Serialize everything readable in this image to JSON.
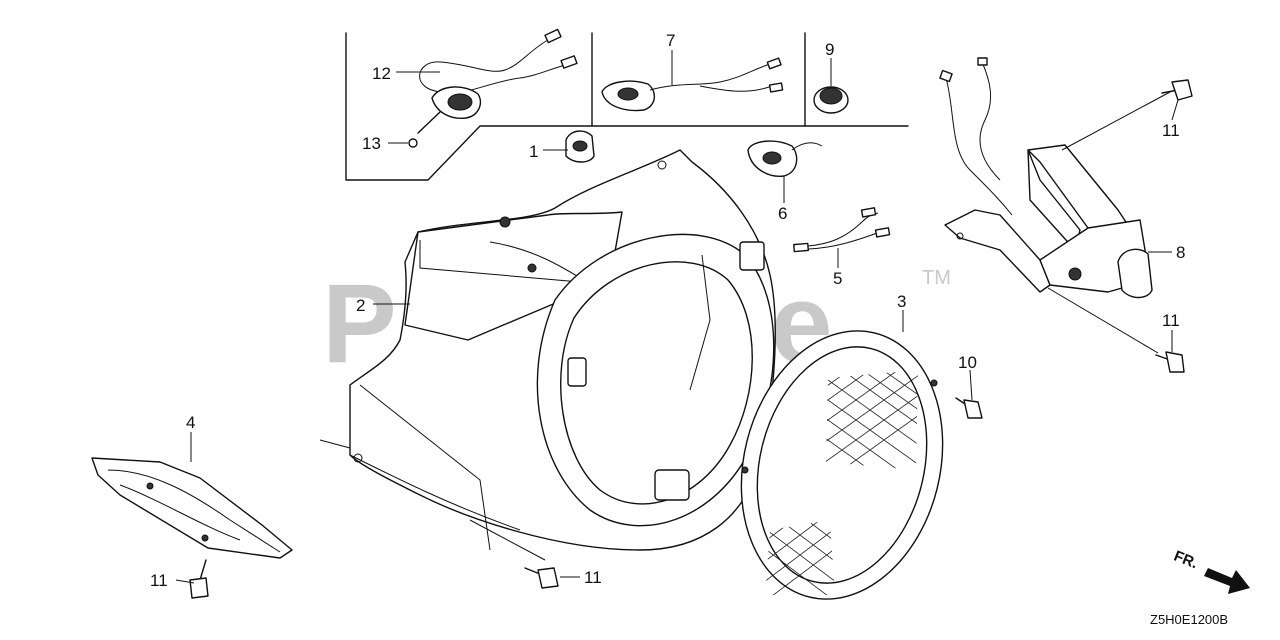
{
  "watermark": {
    "text": "PartsTree",
    "trademark": "TM"
  },
  "diagram_code": "Z5H0E1200B",
  "direction_label": "FR.",
  "callouts": {
    "c1": "1",
    "c2": "2",
    "c3": "3",
    "c4": "4",
    "c5": "5",
    "c6": "6",
    "c7": "7",
    "c8": "8",
    "c9": "9",
    "c10": "10",
    "c11a": "11",
    "c11b": "11",
    "c11c": "11",
    "c11d": "11",
    "c12": "12",
    "c13": "13"
  }
}
